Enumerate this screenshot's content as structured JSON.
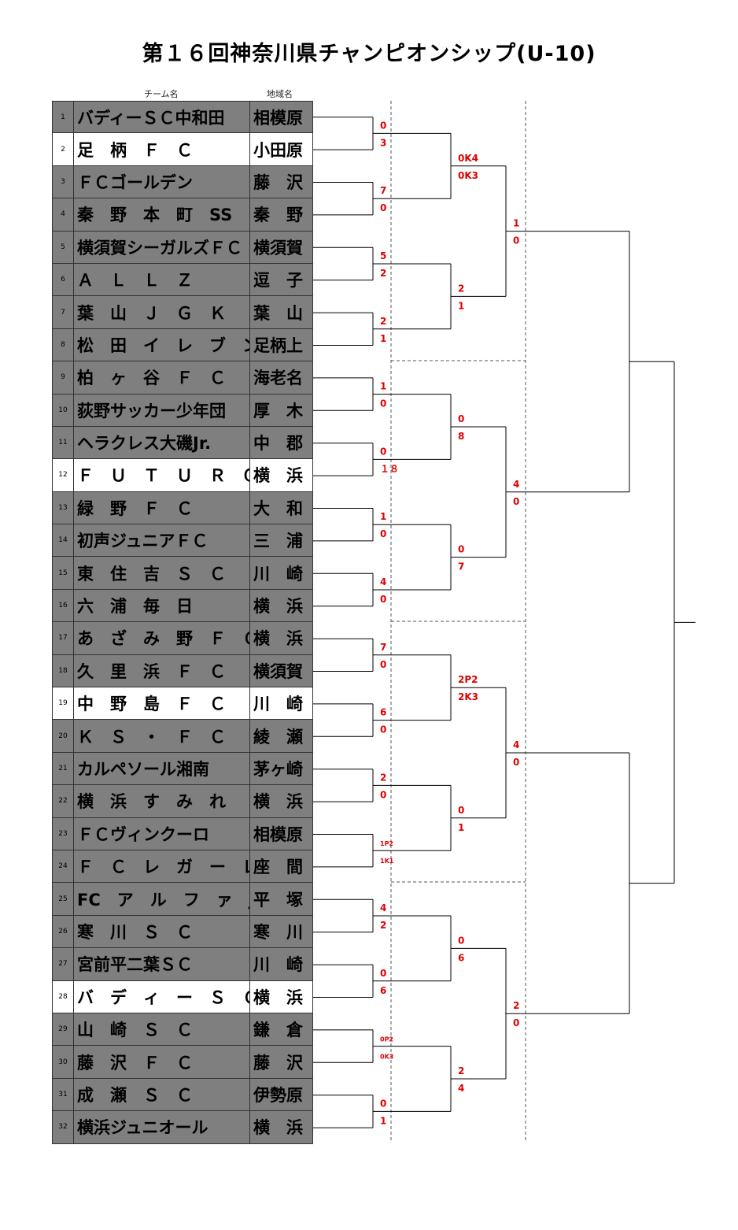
{
  "title": "第１６回神奈川県チャンピオンシップ(U-10)",
  "headers": {
    "team": "チーム名",
    "region": "地域名"
  },
  "colors": {
    "dark_row": "#7f7f7f",
    "light_row": "#ffffff",
    "score": "#e00000",
    "line": "#000000"
  },
  "teams": [
    {
      "num": "1",
      "name": "バディーＳＣ中和田",
      "region": "相模原",
      "shade": "dark"
    },
    {
      "num": "2",
      "name": "足　柄　Ｆ　Ｃ",
      "region": "小田原",
      "shade": "light"
    },
    {
      "num": "3",
      "name": "ＦＣゴールデン",
      "region": "藤　沢",
      "shade": "dark"
    },
    {
      "num": "4",
      "name": "秦　野　本　町　SS",
      "region": "秦　野",
      "shade": "dark"
    },
    {
      "num": "5",
      "name": "横須賀シーガルズＦＣ",
      "region": "横須賀",
      "shade": "dark"
    },
    {
      "num": "6",
      "name": "Ａ　Ｌ　Ｌ　Ｚ",
      "region": "逗　子",
      "shade": "dark"
    },
    {
      "num": "7",
      "name": "葉　山　Ｊ　Ｇ　Ｋ",
      "region": "葉　山",
      "shade": "dark"
    },
    {
      "num": "8",
      "name": "松　田　イ　レ　ブ　ン",
      "region": "足柄上",
      "shade": "dark"
    },
    {
      "num": "9",
      "name": "柏　ヶ　谷　Ｆ　Ｃ",
      "region": "海老名",
      "shade": "dark"
    },
    {
      "num": "10",
      "name": "荻野サッカー少年団",
      "region": "厚　木",
      "shade": "dark"
    },
    {
      "num": "11",
      "name": "ヘラクレス大磯Jr.",
      "region": "中　郡",
      "shade": "dark"
    },
    {
      "num": "12",
      "name": "Ｆ　Ｕ　Ｔ　Ｕ　Ｒ　Ｏ",
      "region": "横　浜",
      "shade": "light"
    },
    {
      "num": "13",
      "name": "緑　野　Ｆ　Ｃ",
      "region": "大　和",
      "shade": "dark"
    },
    {
      "num": "14",
      "name": "初声ジュニアＦＣ",
      "region": "三　浦",
      "shade": "dark"
    },
    {
      "num": "15",
      "name": "東　住　吉　Ｓ　Ｃ",
      "region": "川　崎",
      "shade": "dark"
    },
    {
      "num": "16",
      "name": "六　浦　毎　日",
      "region": "横　浜",
      "shade": "dark"
    },
    {
      "num": "17",
      "name": "あ　ざ　み　野　Ｆ　Ｃ",
      "region": "横　浜",
      "shade": "dark"
    },
    {
      "num": "18",
      "name": "久　里　浜　Ｆ　Ｃ",
      "region": "横須賀",
      "shade": "dark"
    },
    {
      "num": "19",
      "name": "中　野　島　Ｆ　Ｃ",
      "region": "川　崎",
      "shade": "light"
    },
    {
      "num": "20",
      "name": "Ｋ　Ｓ　・　Ｆ　Ｃ",
      "region": "綾　瀬",
      "shade": "dark"
    },
    {
      "num": "21",
      "name": "カルペソール湘南",
      "region": "茅ヶ崎",
      "shade": "dark"
    },
    {
      "num": "22",
      "name": "横　浜　す　み　れ",
      "region": "横　浜",
      "shade": "dark"
    },
    {
      "num": "23",
      "name": "ＦＣヴィンクーロ",
      "region": "相模原",
      "shade": "dark"
    },
    {
      "num": "24",
      "name": "Ｆ　Ｃ　レ　ガ　ー　レ",
      "region": "座　間",
      "shade": "dark"
    },
    {
      "num": "25",
      "name": "FC　ア　ル　フ　ァ　Jr.",
      "region": "平　塚",
      "shade": "dark"
    },
    {
      "num": "26",
      "name": "寒　川　Ｓ　Ｃ",
      "region": "寒　川",
      "shade": "dark"
    },
    {
      "num": "27",
      "name": "宮前平二葉ＳＣ",
      "region": "川　崎",
      "shade": "dark"
    },
    {
      "num": "28",
      "name": "バ　デ　ィ　ー　Ｓ　Ｃ",
      "region": "横　浜",
      "shade": "light"
    },
    {
      "num": "29",
      "name": "山　崎　Ｓ　Ｃ",
      "region": "鎌　倉",
      "shade": "dark"
    },
    {
      "num": "30",
      "name": "藤　沢　Ｆ　Ｃ",
      "region": "藤　沢",
      "shade": "dark"
    },
    {
      "num": "31",
      "name": "成　瀬　Ｓ　Ｃ",
      "region": "伊勢原",
      "shade": "dark"
    },
    {
      "num": "32",
      "name": "横浜ジュニオール",
      "region": "横　浜",
      "shade": "dark"
    }
  ],
  "rounds": [
    {
      "scores": [
        [
          "0",
          "3"
        ],
        [
          "7",
          "0"
        ],
        [
          "5",
          "2"
        ],
        [
          "2",
          "1"
        ],
        [
          "1",
          "0"
        ],
        [
          "0",
          "１８"
        ],
        [
          "1",
          "0"
        ],
        [
          "4",
          "0"
        ],
        [
          "7",
          "0"
        ],
        [
          "6",
          "0"
        ],
        [
          "2",
          "0"
        ],
        [
          "1P2",
          "1K1"
        ],
        [
          "4",
          "2"
        ],
        [
          "0",
          "6"
        ],
        [
          "0P2",
          "0K3"
        ],
        [
          "0",
          "1"
        ]
      ]
    },
    {
      "scores": [
        [
          "0K4",
          "0K3"
        ],
        [
          "2",
          "1"
        ],
        [
          "0",
          "8"
        ],
        [
          "0",
          "7"
        ],
        [
          "2P2",
          "2K3"
        ],
        [
          "0",
          "1"
        ],
        [
          "0",
          "6"
        ],
        [
          "2",
          "4"
        ]
      ]
    },
    {
      "scores": [
        [
          "1",
          "0"
        ],
        [
          "4",
          "0"
        ],
        [
          "4",
          "0"
        ],
        [
          "2",
          "0"
        ]
      ]
    },
    {
      "scores": []
    },
    {
      "scores": []
    }
  ]
}
